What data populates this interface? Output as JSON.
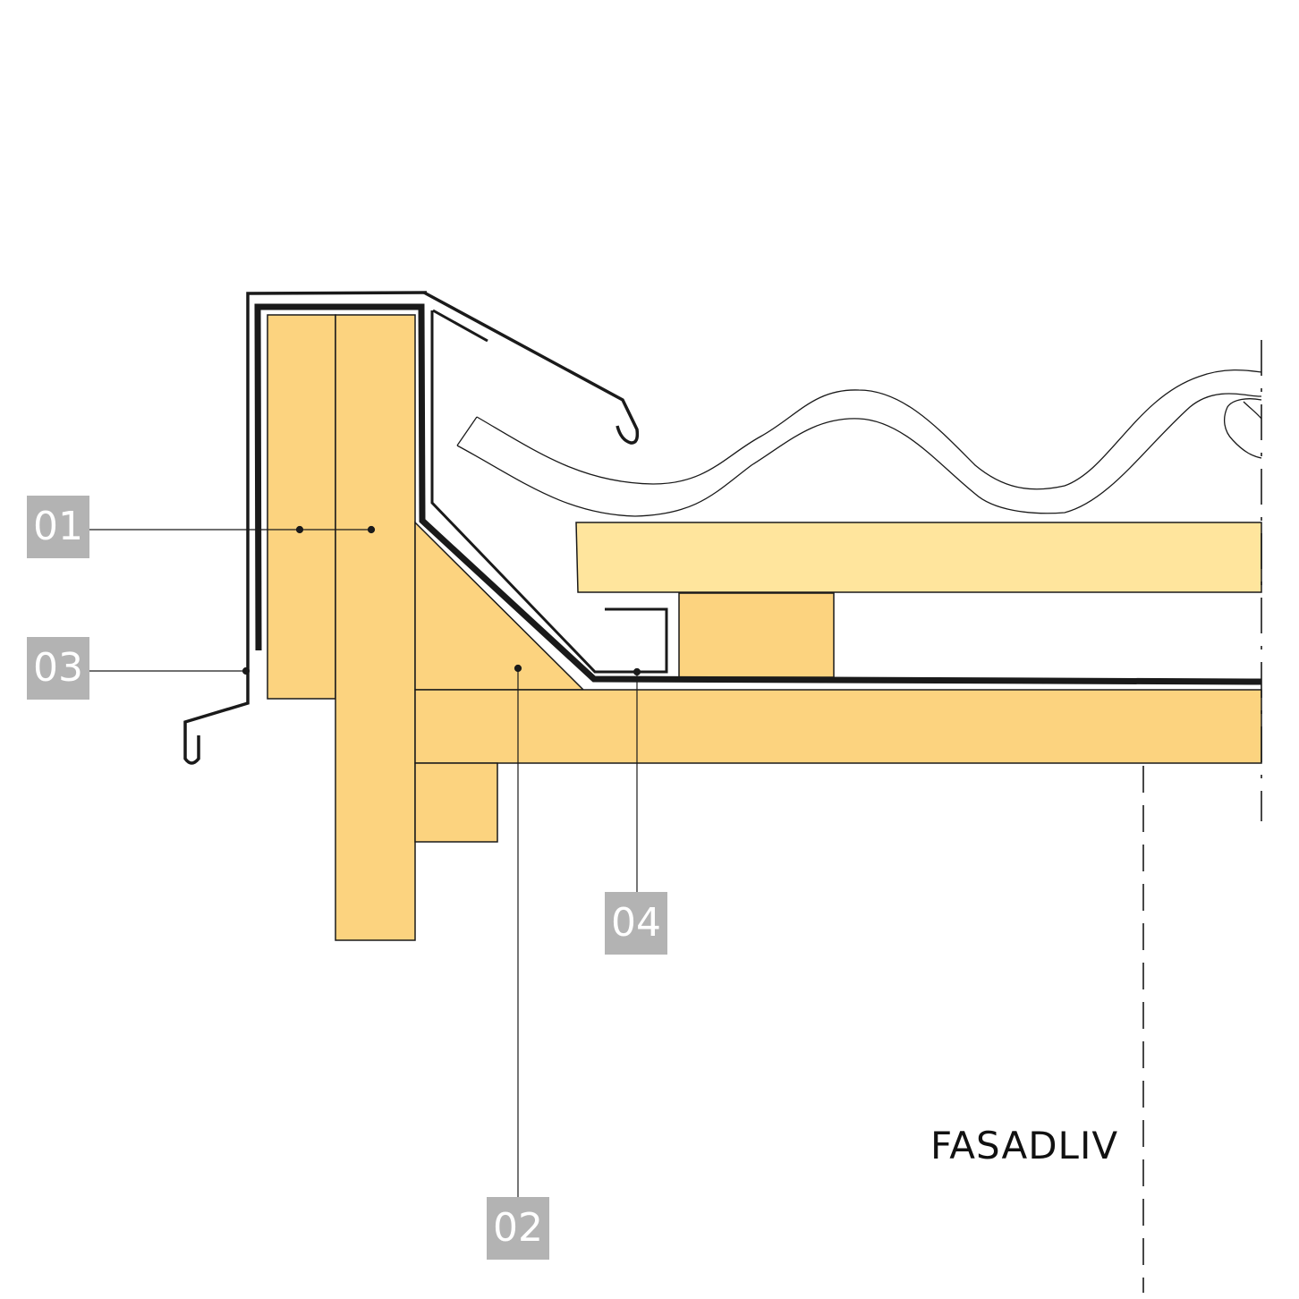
{
  "colors": {
    "wood": "#fcd37f",
    "wood_light": "#ffe59d",
    "sheet_metal": "#1a1a1a",
    "label_bg": "#b3b3b3",
    "label_text": "#ffffff"
  },
  "callouts": [
    {
      "id": "01",
      "label": "01"
    },
    {
      "id": "02",
      "label": "02"
    },
    {
      "id": "03",
      "label": "03"
    },
    {
      "id": "04",
      "label": "04"
    }
  ],
  "facade_line": {
    "label": "FASADLIV"
  }
}
